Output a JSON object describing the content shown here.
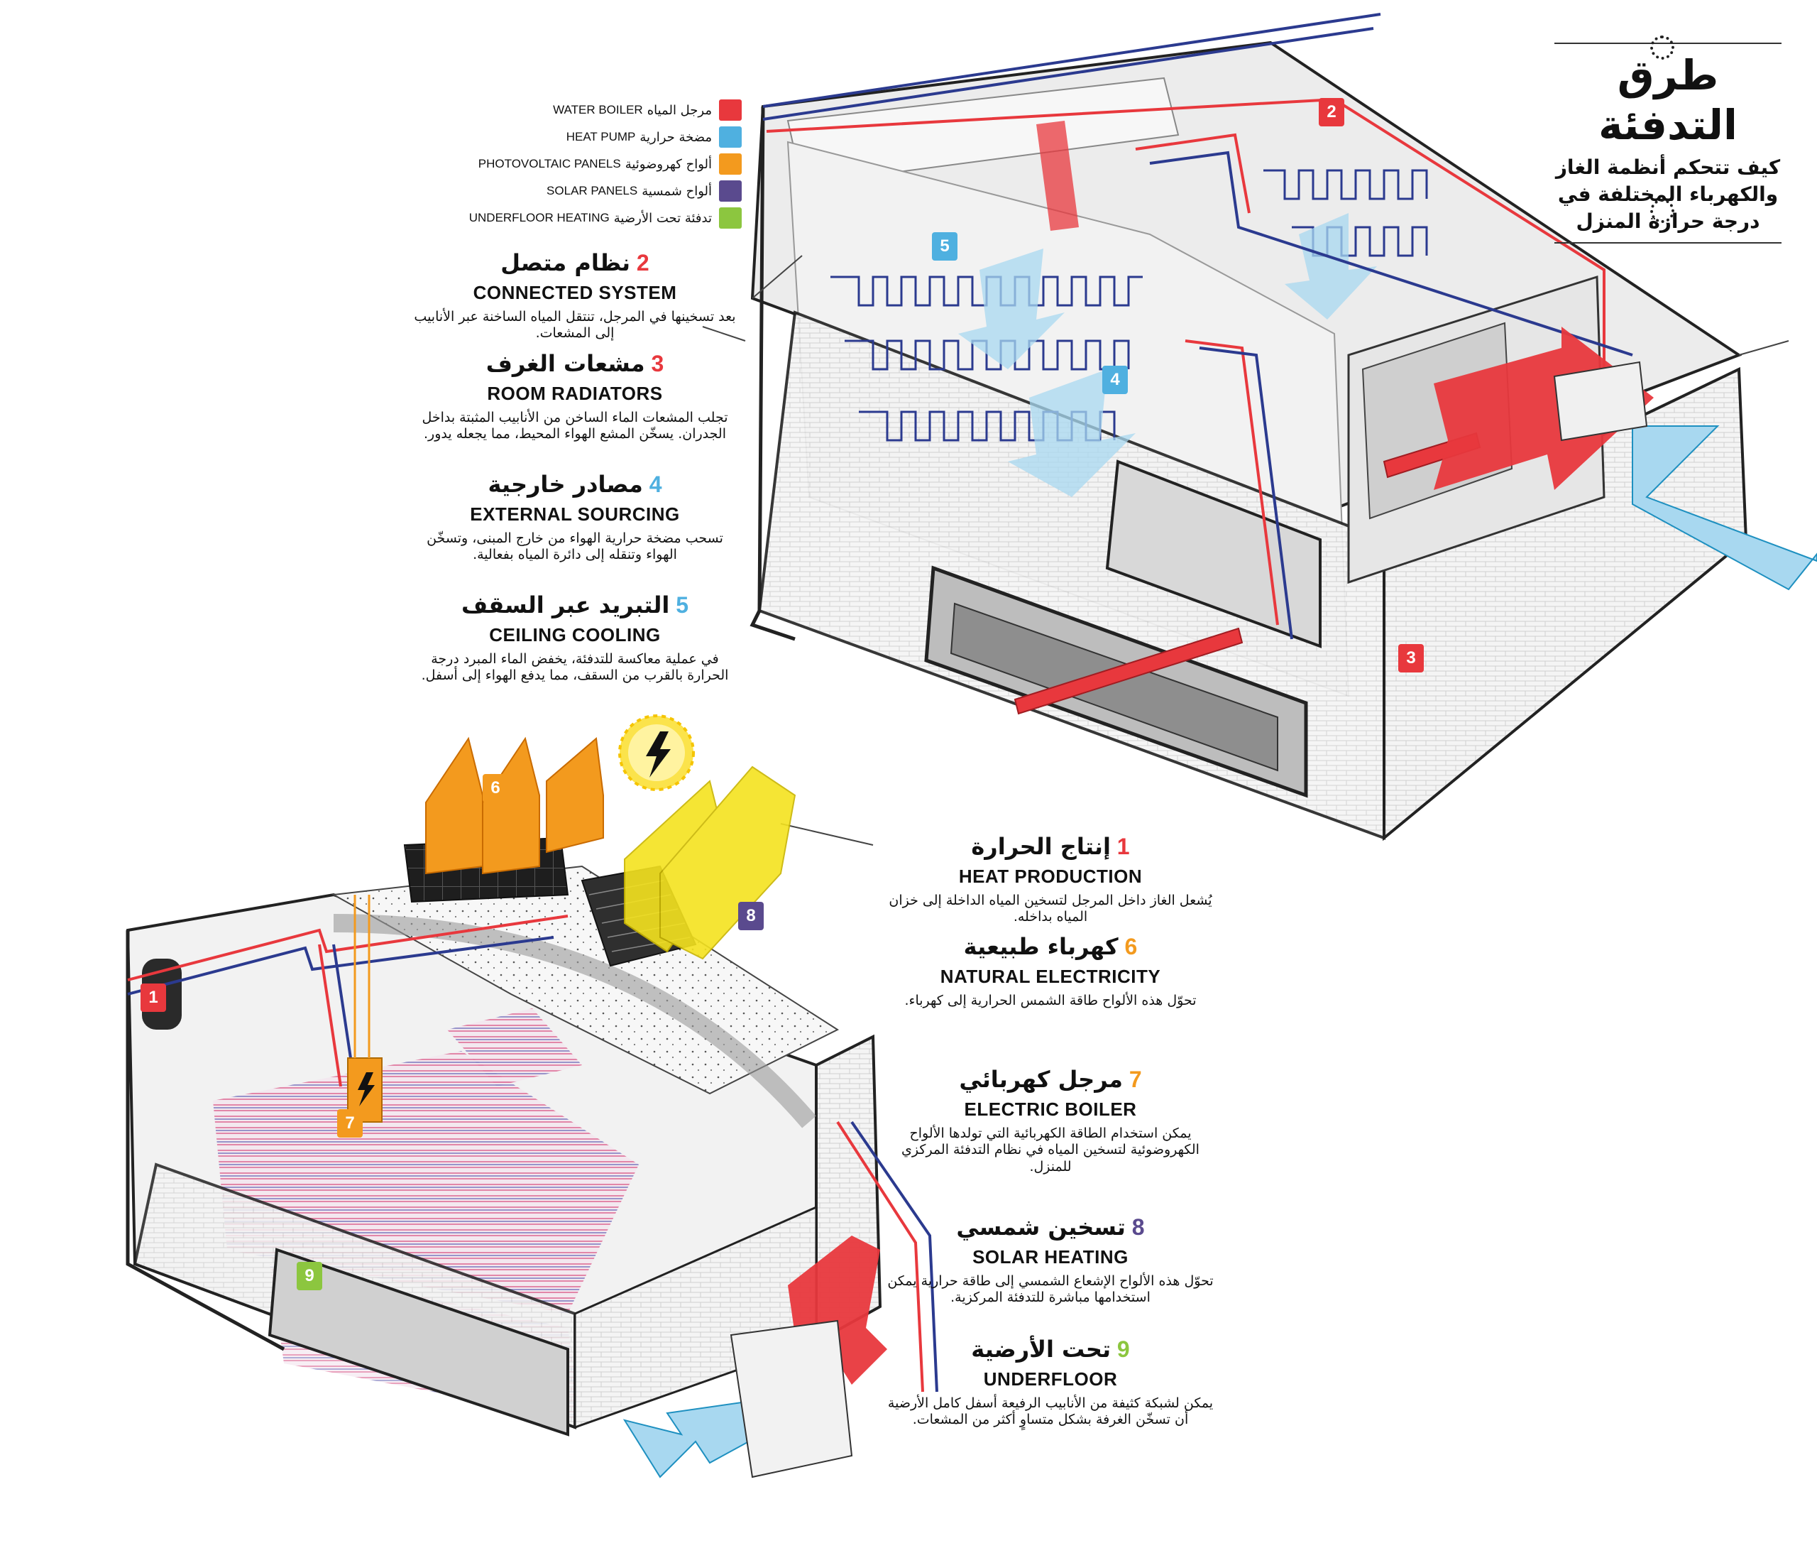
{
  "title": {
    "main": "طرق التدفئة",
    "subtitle": "كيف تتحكم أنظمة الغاز والكهرباء المختلفة في درجة حرارة المنزل"
  },
  "legend": [
    {
      "ar": "مرجل المياه",
      "en": "WATER BOILER",
      "color": "#e8383d"
    },
    {
      "ar": "مضخة حرارية",
      "en": "HEAT PUMP",
      "color": "#4fb0e0"
    },
    {
      "ar": "ألواح كهروضوئية",
      "en": "PHOTOVOLTAIC PANELS",
      "color": "#f39a1e"
    },
    {
      "ar": "ألواح شمسية",
      "en": "SOLAR PANELS",
      "color": "#5a4a8e"
    },
    {
      "ar": "تدفئة تحت الأرضية",
      "en": "UNDERFLOOR HEATING",
      "color": "#8cc63f"
    }
  ],
  "sections": [
    {
      "num": "2",
      "color": "#e8383d",
      "ar": "نظام متصل",
      "en": "CONNECTED SYSTEM",
      "body": "بعد تسخينها في المرجل، تنتقل المياه الساخنة عبر الأنابيب إلى المشعات."
    },
    {
      "num": "3",
      "color": "#e8383d",
      "ar": "مشعات الغرف",
      "en": "ROOM RADIATORS",
      "body": "تجلب المشعات الماء الساخن من الأنابيب المثبتة بداخل الجدران. يسخّن المشع الهواء المحيط، مما يجعله يدور."
    },
    {
      "num": "4",
      "color": "#4fb0e0",
      "ar": "مصادر خارجية",
      "en": "EXTERNAL SOURCING",
      "body": "تسحب مضخة حرارية الهواء من خارج المبنى، وتسخّن الهواء وتنقله إلى دائرة المياه بفعالية."
    },
    {
      "num": "5",
      "color": "#4fb0e0",
      "ar": "التبريد عبر السقف",
      "en": "CEILING COOLING",
      "body": "في عملية معاكسة للتدفئة، يخفض الماء المبرد درجة الحرارة بالقرب من السقف، مما يدفع الهواء إلى أسفل."
    },
    {
      "num": "1",
      "color": "#e8383d",
      "ar": "إنتاج الحرارة",
      "en": "HEAT PRODUCTION",
      "body": "يُشعل الغاز داخل المرجل لتسخين المياه الداخلة إلى خزان المياه بداخله."
    },
    {
      "num": "6",
      "color": "#f39a1e",
      "ar": "كهرباء طبيعية",
      "en": "NATURAL ELECTRICITY",
      "body": "تحوّل هذه الألواح طاقة الشمس الحرارية إلى كهرباء."
    },
    {
      "num": "7",
      "color": "#f39a1e",
      "ar": "مرجل كهربائي",
      "en": "ELECTRIC BOILER",
      "body": "يمكن استخدام الطاقة الكهربائية التي تولدها الألواح الكهروضوئية لتسخين المياه في نظام التدفئة المركزي للمنزل."
    },
    {
      "num": "8",
      "color": "#5a4a8e",
      "ar": "تسخين شمسي",
      "en": "SOLAR HEATING",
      "body": "تحوّل هذه الألواح الإشعاع الشمسي إلى طاقة حرارية يمكن استخدامها مباشرة للتدفئة المركزية."
    },
    {
      "num": "9",
      "color": "#8cc63f",
      "ar": "تحت الأرضية",
      "en": "UNDERFLOOR",
      "body": "يمكن لشبكة كثيفة من الأنابيب الرفيعة أسفل كامل الأرضية أن تسخّن الغرفة بشكل متساوٍ أكثر من المشعات."
    }
  ],
  "tags": [
    {
      "num": "1",
      "color": "#e8383d"
    },
    {
      "num": "2",
      "color": "#e8383d"
    },
    {
      "num": "3",
      "color": "#e8383d"
    },
    {
      "num": "4",
      "color": "#4fb0e0"
    },
    {
      "num": "5",
      "color": "#4fb0e0"
    },
    {
      "num": "6",
      "color": "#f39a1e"
    },
    {
      "num": "7",
      "color": "#f39a1e"
    },
    {
      "num": "8",
      "color": "#5a4a8e"
    },
    {
      "num": "9",
      "color": "#8cc63f"
    }
  ],
  "icons": [
    "gear-icon",
    "lightning-icon",
    "sun-icon"
  ]
}
